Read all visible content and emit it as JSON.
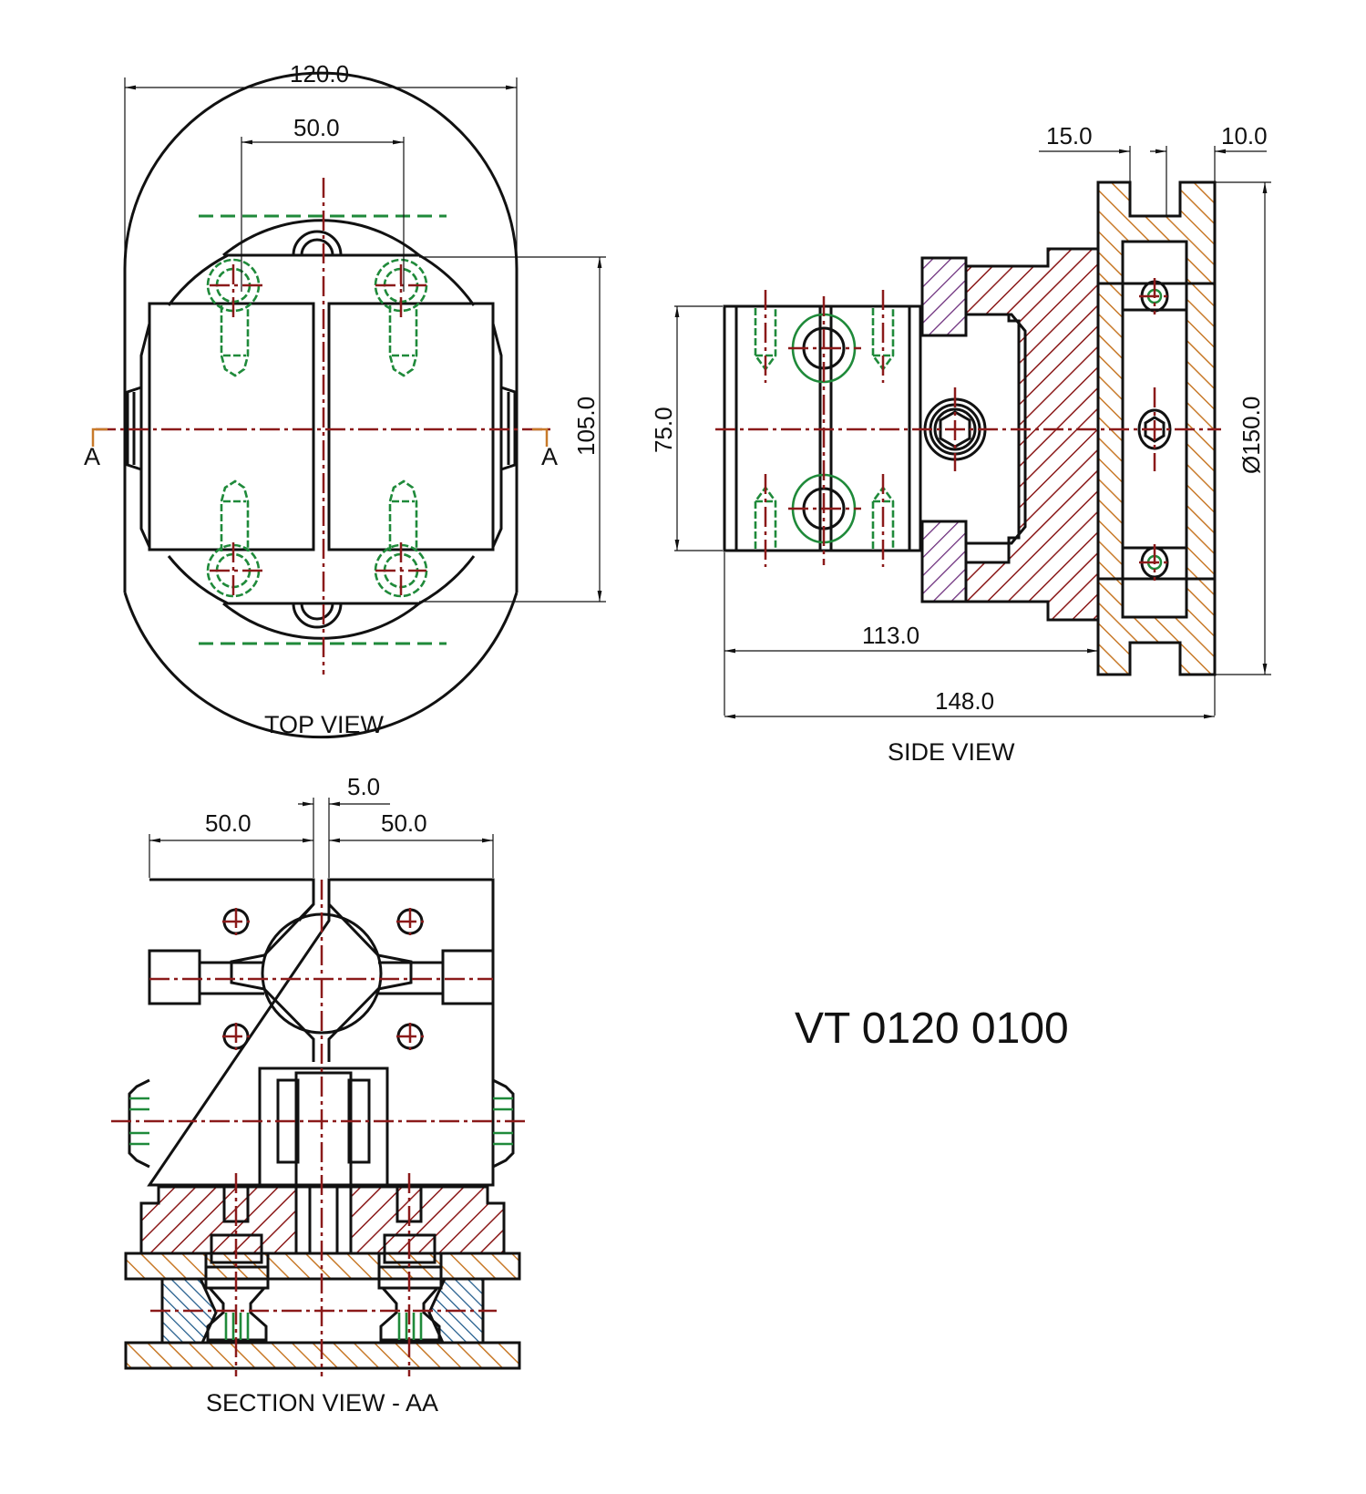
{
  "drawing_number": "VT 0120 0100",
  "views": {
    "top": {
      "label": "TOP VIEW",
      "dims": {
        "overall_width": "120.0",
        "bolt_spacing": "50.0",
        "height": "105.0"
      },
      "section_marker": "A"
    },
    "side": {
      "label": "SIDE VIEW",
      "dims": {
        "flange_a": "15.0",
        "flange_b": "10.0",
        "height": "75.0",
        "diameter": "Ø150.0",
        "length_a": "113.0",
        "length_b": "148.0"
      }
    },
    "section": {
      "label": "SECTION VIEW - AA",
      "dims": {
        "left_width": "50.0",
        "gap": "5.0",
        "right_width": "50.0"
      }
    }
  },
  "colors": {
    "outline": "#111111",
    "centerline": "#8b1a1a",
    "hidden": "#1f8a3a",
    "hatch_red": "#8b1a1a",
    "hatch_orange": "#c87a2a",
    "hatch_purple": "#6a2a7a",
    "hatch_blue": "#1f5a8a"
  }
}
